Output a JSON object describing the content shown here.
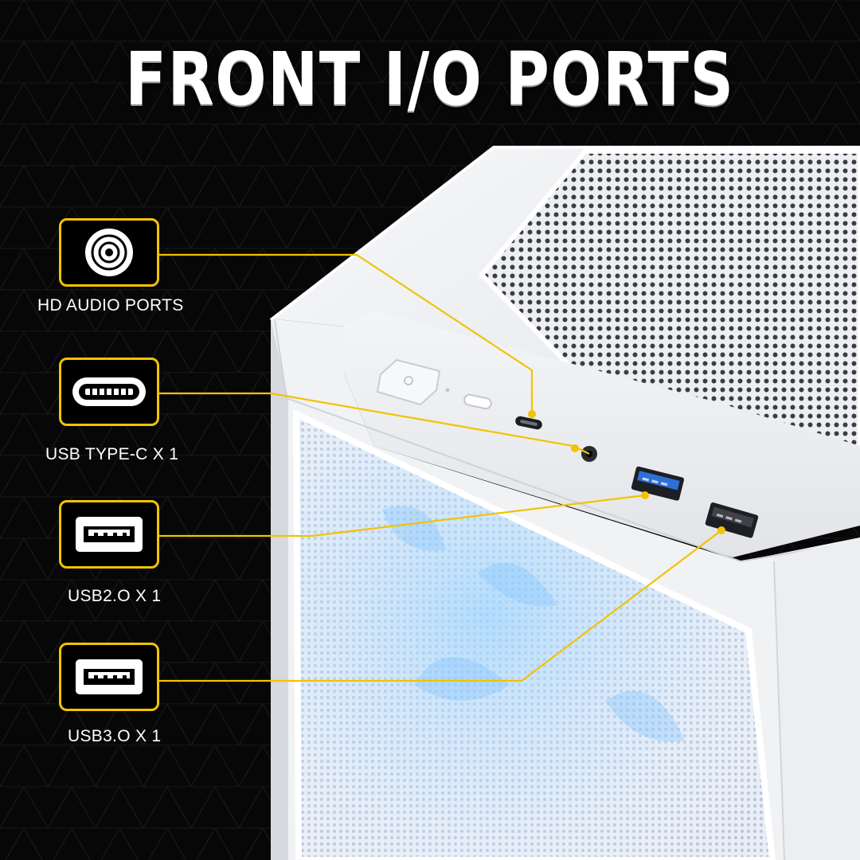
{
  "title": "FRONT I/O PORTS",
  "colors": {
    "accent": "#f2c300",
    "background": "#070707",
    "case": "#f2f3f5",
    "usb3": "#2e6fd8"
  },
  "ports": [
    {
      "label": "HD AUDIO PORTS",
      "icon": "audio-jack-icon"
    },
    {
      "label": "USB TYPE-C X 1",
      "icon": "usb-c-icon"
    },
    {
      "label": "USB2.O X 1",
      "icon": "usb-a-icon"
    },
    {
      "label": "USB3.O X 1",
      "icon": "usb-a-icon"
    }
  ]
}
